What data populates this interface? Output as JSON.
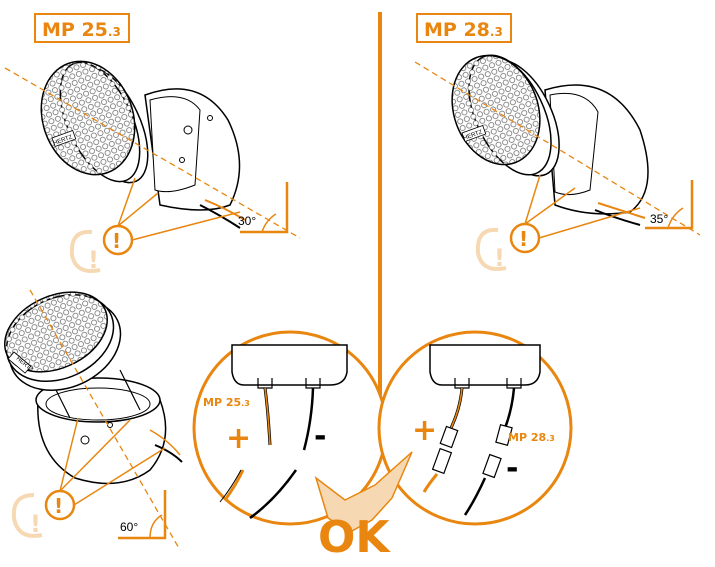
{
  "models": {
    "left": {
      "main": "MP 25",
      "sub": ".3"
    },
    "right": {
      "main": "MP 28",
      "sub": ".3"
    }
  },
  "angles": {
    "a1": "30°",
    "a2": "35°",
    "a3": "60°"
  },
  "detail": {
    "left_label_main": "MP 25",
    "left_label_sub": ".3",
    "right_label_main": "MP 28",
    "right_label_sub": ".3",
    "plus": "+",
    "minus": "-"
  },
  "ok_text": "OK",
  "brand": "HERTZ",
  "colors": {
    "accent": "#e8860f",
    "accent_light": "#f6d9b3",
    "line": "#000000"
  }
}
